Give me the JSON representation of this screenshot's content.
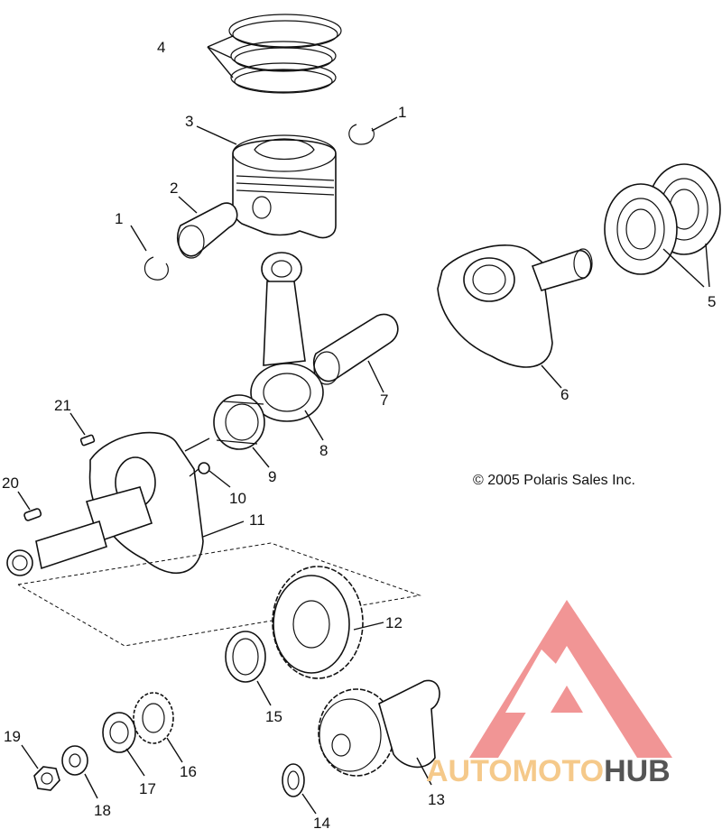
{
  "copyright": "© 2005 Polaris Sales Inc.",
  "watermark": {
    "part1": "AUTOMOTO",
    "part2": "HUB",
    "color_primary": "#f08a8a",
    "color_accent": "#f5c98a",
    "color_dark": "#555555"
  },
  "callouts": [
    {
      "id": "c1a",
      "text": "1"
    },
    {
      "id": "c1b",
      "text": "1"
    },
    {
      "id": "c2",
      "text": "2"
    },
    {
      "id": "c3",
      "text": "3"
    },
    {
      "id": "c4",
      "text": "4"
    },
    {
      "id": "c5",
      "text": "5"
    },
    {
      "id": "c6",
      "text": "6"
    },
    {
      "id": "c7",
      "text": "7"
    },
    {
      "id": "c8",
      "text": "8"
    },
    {
      "id": "c9",
      "text": "9"
    },
    {
      "id": "c10",
      "text": "10"
    },
    {
      "id": "c11",
      "text": "11"
    },
    {
      "id": "c12",
      "text": "12"
    },
    {
      "id": "c13",
      "text": "13"
    },
    {
      "id": "c14",
      "text": "14"
    },
    {
      "id": "c15",
      "text": "15"
    },
    {
      "id": "c16",
      "text": "16"
    },
    {
      "id": "c17",
      "text": "17"
    },
    {
      "id": "c18",
      "text": "18"
    },
    {
      "id": "c19",
      "text": "19"
    },
    {
      "id": "c20",
      "text": "20"
    },
    {
      "id": "c21",
      "text": "21"
    }
  ]
}
